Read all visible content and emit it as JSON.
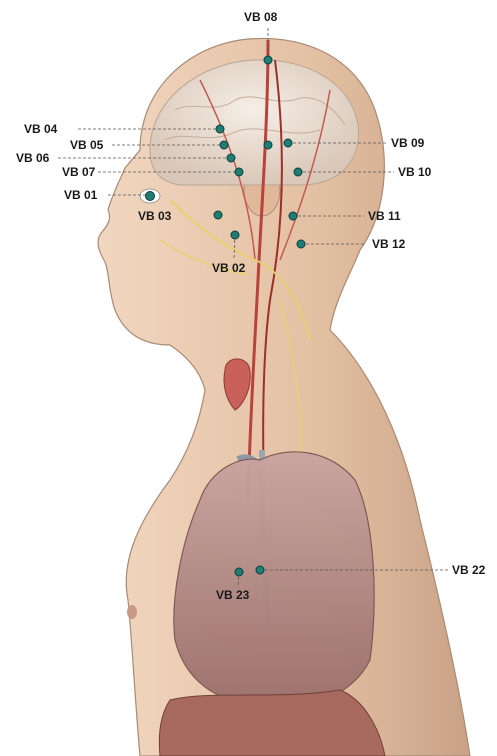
{
  "points": [
    {
      "id": "vb08",
      "label": "VB 08"
    },
    {
      "id": "vb04",
      "label": "VB 04"
    },
    {
      "id": "vb05",
      "label": "VB 05"
    },
    {
      "id": "vb06",
      "label": "VB 06"
    },
    {
      "id": "vb07",
      "label": "VB 07"
    },
    {
      "id": "vb01",
      "label": "VB 01"
    },
    {
      "id": "vb03",
      "label": "VB 03"
    },
    {
      "id": "vb02",
      "label": "VB 02"
    },
    {
      "id": "vb09",
      "label": "VB 09"
    },
    {
      "id": "vb10",
      "label": "VB 10"
    },
    {
      "id": "vb11",
      "label": "VB 11"
    },
    {
      "id": "vb12",
      "label": "VB 12"
    },
    {
      "id": "vb22",
      "label": "VB 22"
    },
    {
      "id": "vb23",
      "label": "VB 23"
    }
  ],
  "colors": {
    "point_fill": "#1f7d74",
    "skin": "#e9c9ad",
    "brain": "#efe3d6",
    "vessel_red": "#b8433a",
    "nerve_yellow": "#e6d070",
    "lung": "#b98a86"
  }
}
